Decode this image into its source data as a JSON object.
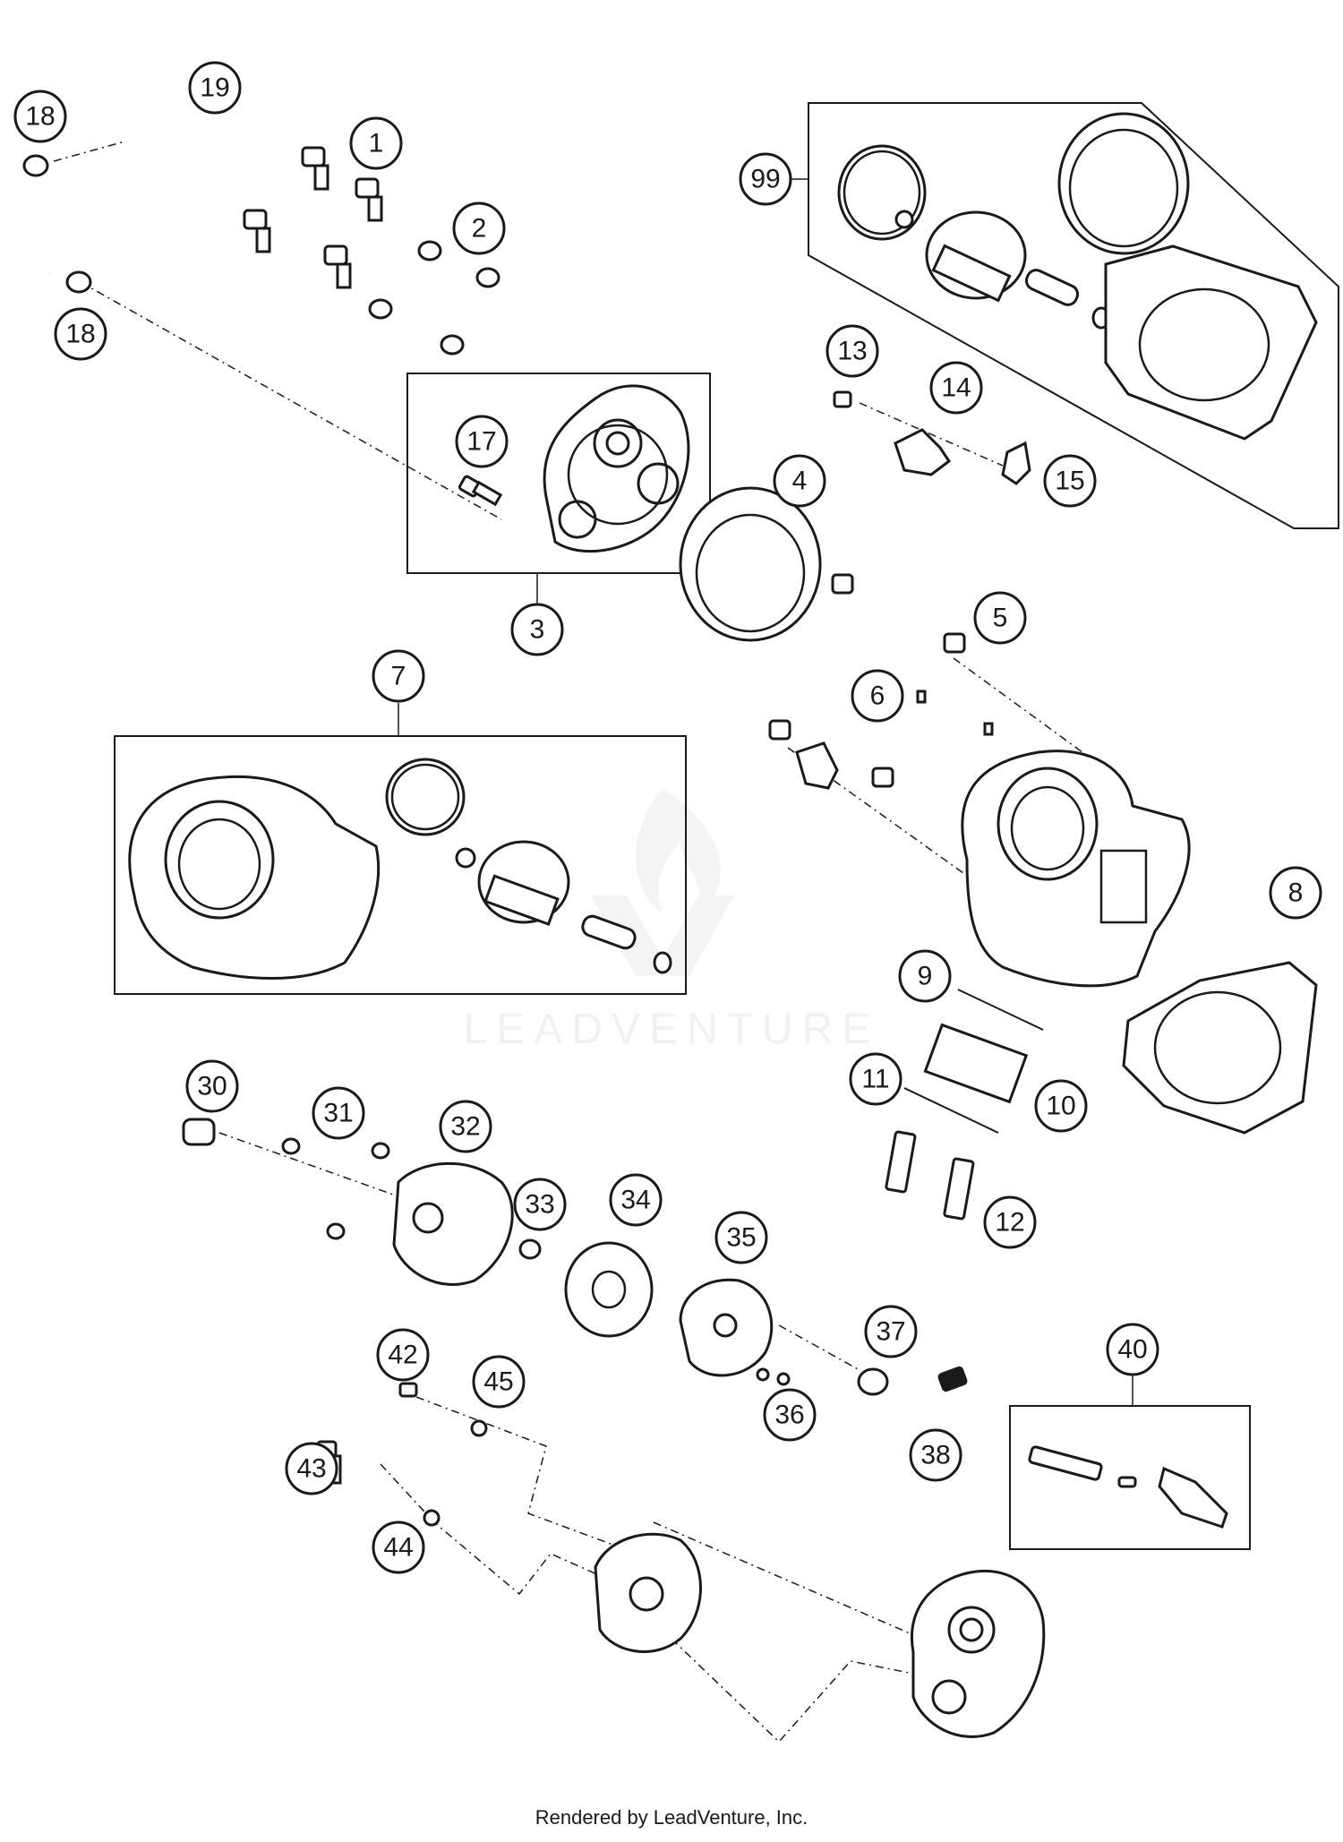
{
  "diagram": {
    "watermark": "LEADVENTURE",
    "footer": "Rendered by LeadVenture, Inc.",
    "callouts": [
      "1",
      "2",
      "3",
      "4",
      "5",
      "6",
      "7",
      "8",
      "9",
      "10",
      "11",
      "12",
      "13",
      "14",
      "15",
      "17",
      "18",
      "18",
      "19",
      "30",
      "31",
      "32",
      "33",
      "34",
      "35",
      "36",
      "37",
      "38",
      "40",
      "42",
      "43",
      "44",
      "45",
      "99"
    ]
  }
}
